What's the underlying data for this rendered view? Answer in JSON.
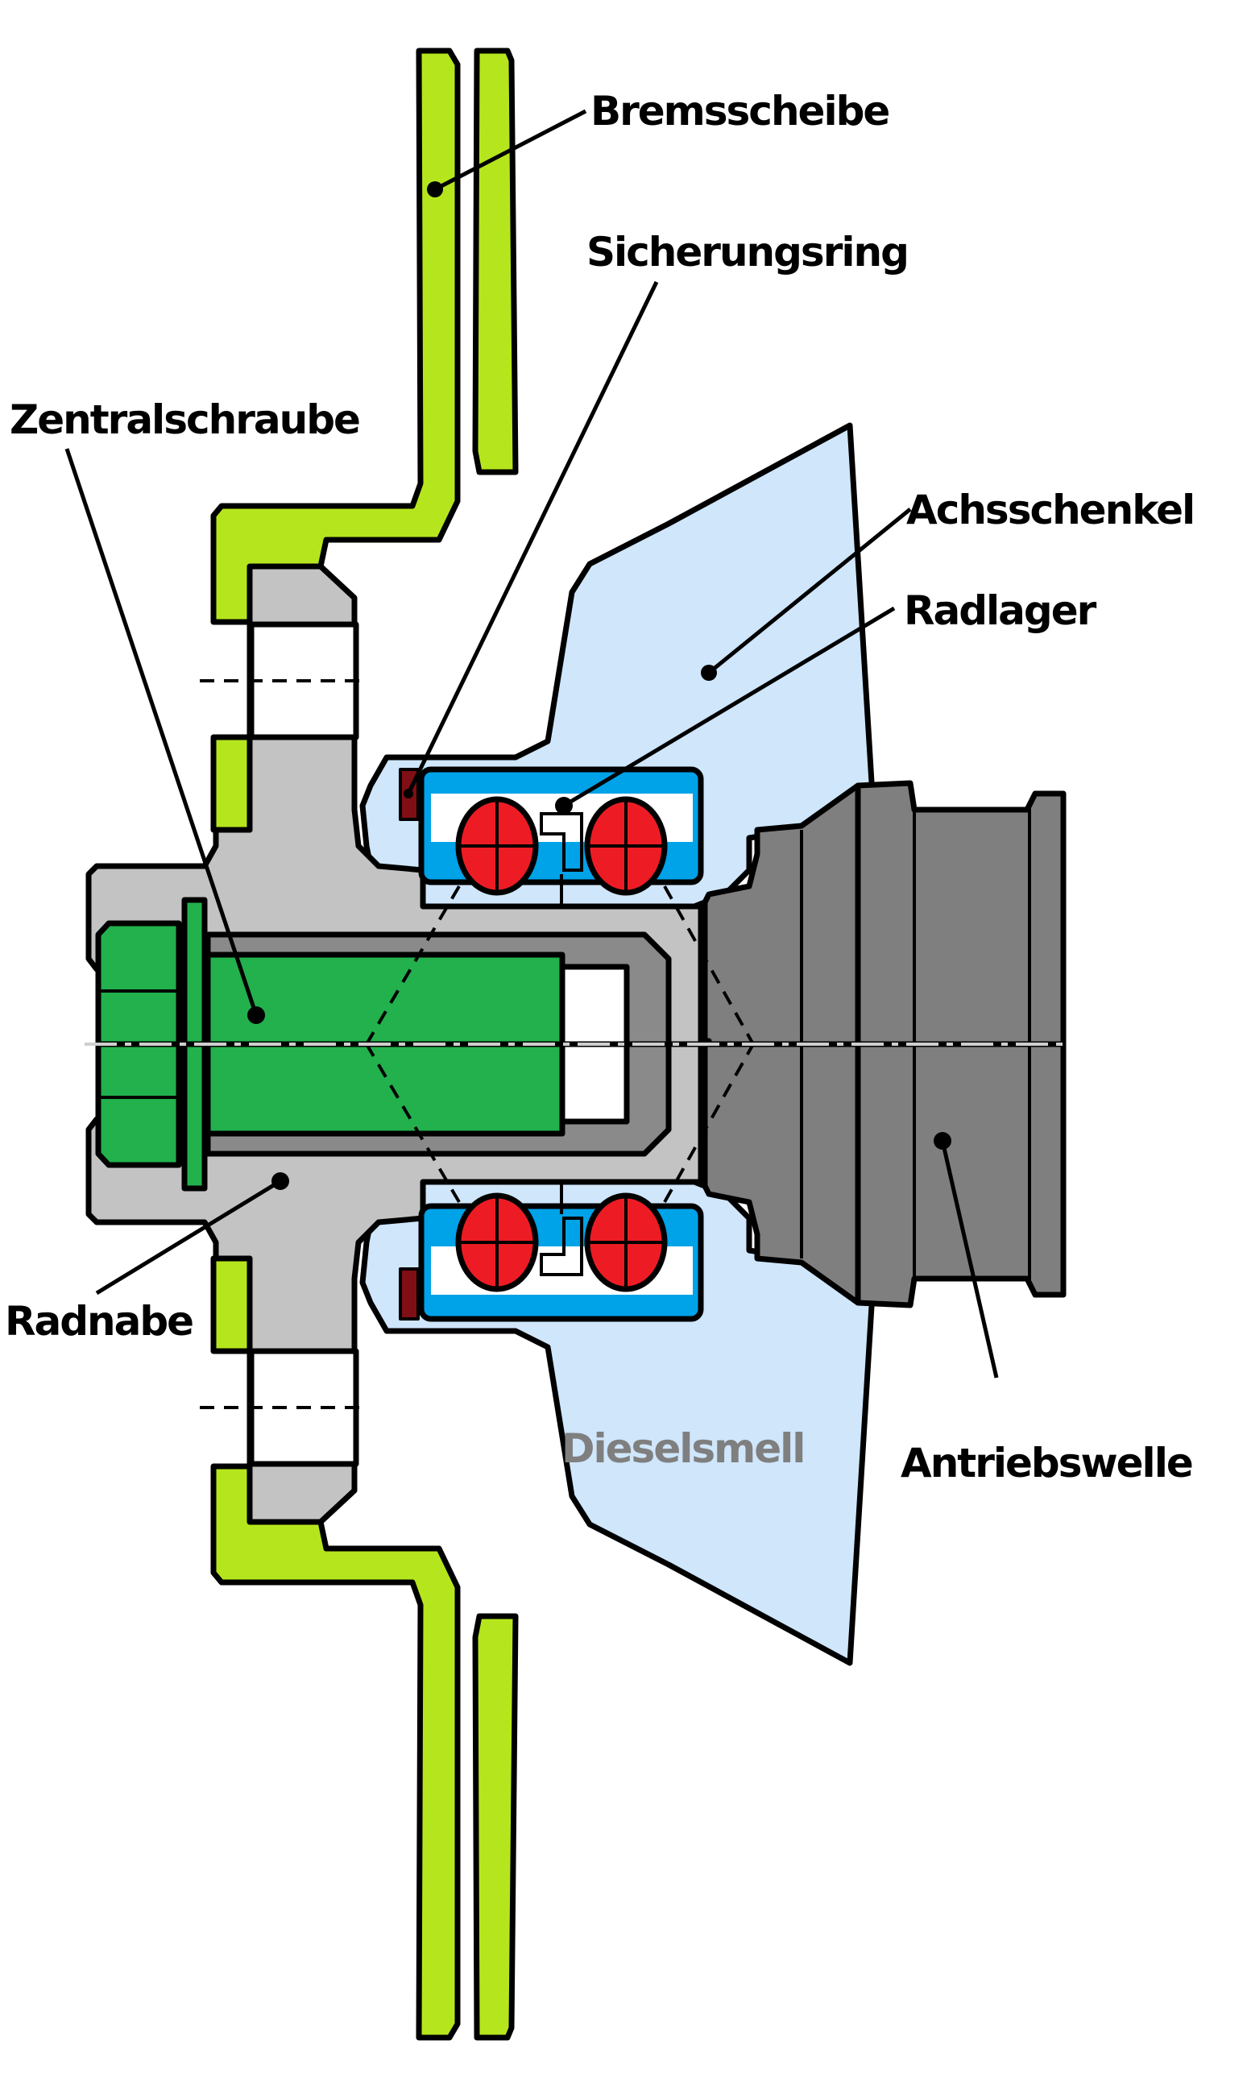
{
  "diagram": {
    "title": "Radlagerung Schnittzeichnung",
    "labels": {
      "bremsscheibe": "Bremsscheibe",
      "sicherungsring": "Sicherungsring",
      "zentralschraube": "Zentralschraube",
      "achsschenkel": "Achsschenkel",
      "radlager": "Radlager",
      "radnabe": "Radnabe",
      "antriebswelle": "Antriebswelle",
      "watermark": "Dieselsmell"
    },
    "colors": {
      "brake_disc": "#b5e61d",
      "hub": "#c3c3c3",
      "knuckle": "#cfe6fb",
      "bearing_ring": "#00a2e8",
      "bearing_ball": "#ed1c24",
      "bolt": "#22b14c",
      "retaining_ring": "#7f0f14",
      "drive_shaft": "#7f7f7f",
      "watermark_text": "#7f7f7f"
    }
  }
}
